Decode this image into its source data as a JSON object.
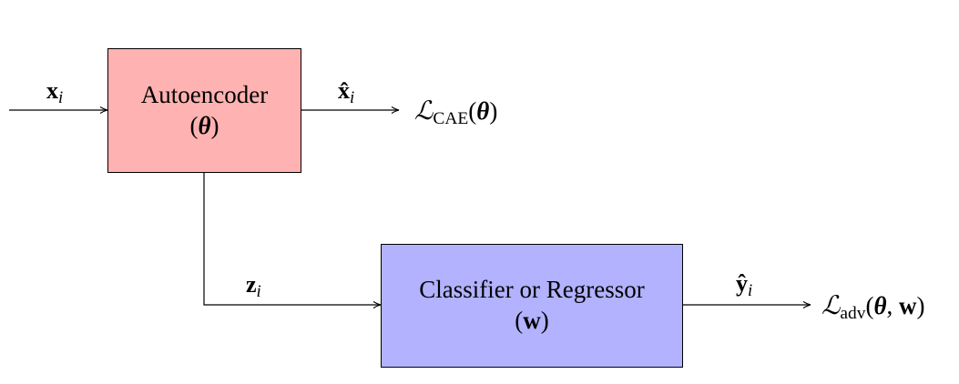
{
  "colors": {
    "autoencoder_fill": "#ffb2b2",
    "classifier_fill": "#b2b2ff",
    "line": "#000000"
  },
  "autoencoder": {
    "title": "Autoencoder",
    "param_open": "(",
    "param_symbol": "θ",
    "param_close": ")"
  },
  "classifier": {
    "title": "Classifier or Regressor",
    "param_open": "(",
    "param_symbol": "w",
    "param_close": ")"
  },
  "edges": {
    "input_label": {
      "symbol": "x",
      "sub": "i"
    },
    "reconstruction_label": {
      "symbol": "x̂",
      "sub": "i"
    },
    "latent_label": {
      "symbol": "z",
      "sub": "i"
    },
    "prediction_label": {
      "symbol": "ŷ",
      "sub": "i"
    }
  },
  "losses": {
    "cae": {
      "symbol": "ℒ",
      "sub": "CAE",
      "open": "(",
      "arg1": "θ",
      "close": ")"
    },
    "adv": {
      "symbol": "ℒ",
      "sub": "adv",
      "open": "(",
      "arg1": "θ",
      "sep": ", ",
      "arg2": "w",
      "close": ")"
    }
  }
}
